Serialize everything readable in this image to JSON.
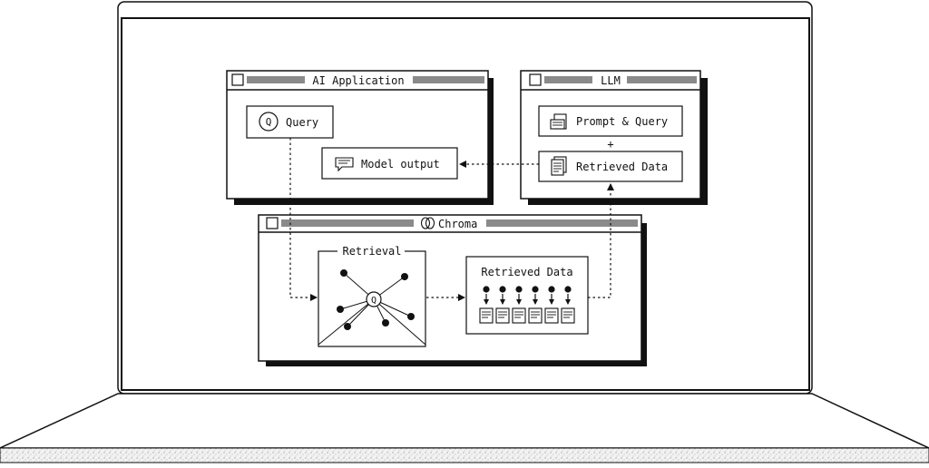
{
  "app_window": {
    "title": "AI Application"
  },
  "llm_window": {
    "title": "LLM"
  },
  "chroma_window": {
    "title": "Chroma"
  },
  "query_box": {
    "label": "Query",
    "icon": "query-q-icon",
    "glyph": "Q"
  },
  "model_output_box": {
    "label": "Model output",
    "icon": "chat-bubble-icon"
  },
  "prompt_query_box": {
    "label": "Prompt & Query",
    "icon": "document-icon"
  },
  "plus_sign": "+",
  "retrieved_data_llm_box": {
    "label": "Retrieved Data",
    "icon": "documents-stack-icon"
  },
  "retrieval_panel": {
    "label": "Retrieval",
    "center_glyph": "Q"
  },
  "retrieved_data_panel": {
    "label": "Retrieved Data",
    "item_count": 6
  }
}
